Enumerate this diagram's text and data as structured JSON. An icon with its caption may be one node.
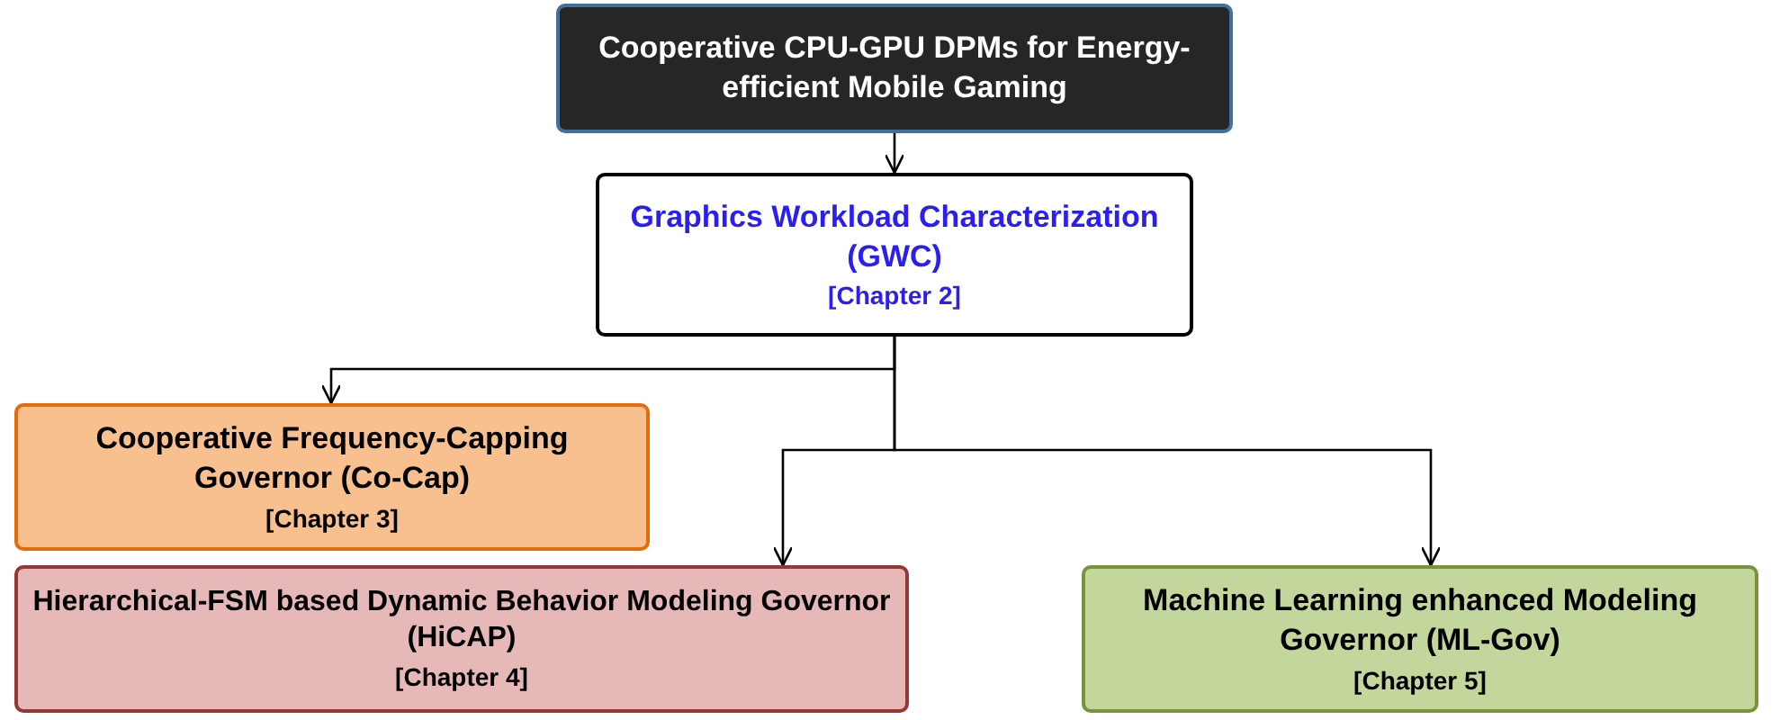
{
  "diagram": {
    "nodes": [
      {
        "text": [
          "Cooperative CPU-GPU DPMs for Energy-efficient Mobile Gaming"
        ]
      },
      {
        "text": [
          "Graphics Workload Characterization (GWC)",
          "[Chapter 2]"
        ]
      },
      {
        "text": [
          "Cooperative Frequency-Capping Governor (Co-Cap)",
          "[Chapter 3]"
        ]
      },
      {
        "text": [
          "Hierarchical-FSM based Dynamic Behavior Modeling Governor (HiCAP)",
          "[Chapter 4]"
        ]
      },
      {
        "text": [
          "Machine Learning enhanced Modeling Governor (ML-Gov)",
          "[Chapter 5]"
        ]
      }
    ],
    "edges": [
      {
        "from": 0,
        "to": 1,
        "arrow": "to"
      },
      {
        "from": 1,
        "to": 2,
        "arrow": "to"
      },
      {
        "from": 1,
        "to": 3,
        "arrow": "to"
      },
      {
        "from": 1,
        "to": 4,
        "arrow": "to"
      }
    ]
  }
}
